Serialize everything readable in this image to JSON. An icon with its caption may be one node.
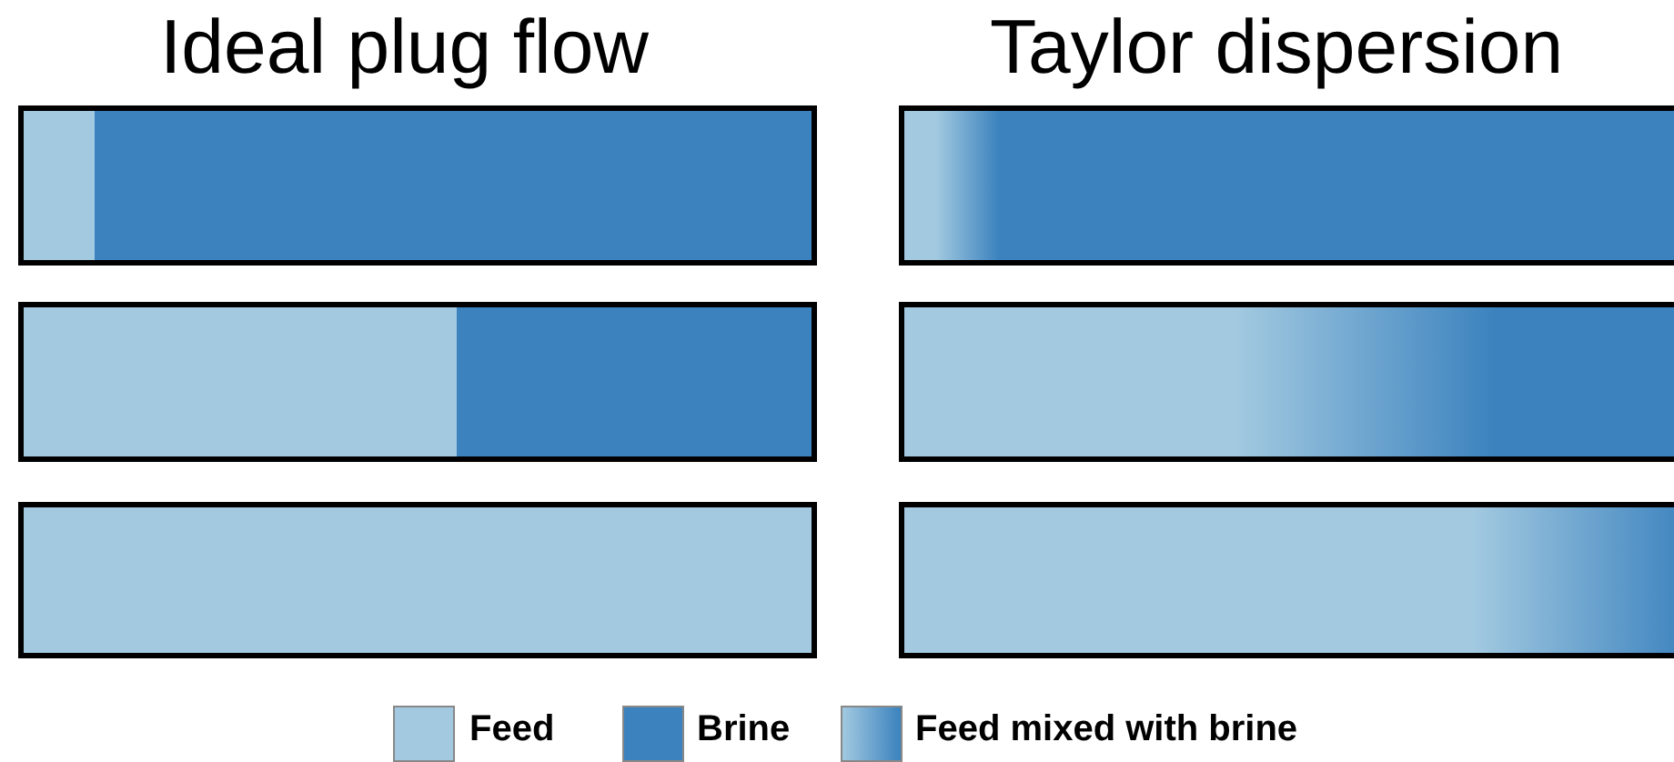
{
  "diagram": {
    "nodes": [
      {
        "text": [],
        "shape": "bar"
      },
      {
        "text": [],
        "shape": "bar"
      },
      {
        "text": [],
        "shape": "bar"
      },
      {
        "text": [],
        "shape": "bar"
      },
      {
        "text": [],
        "shape": "bar"
      },
      {
        "text": [],
        "shape": "bar"
      }
    ],
    "labels": [
      "Ideal plug flow",
      "Taylor dispersion"
    ],
    "legend": [
      {
        "text": "Feed",
        "color": "#a2c9e0"
      },
      {
        "text": "Brine",
        "color": "#3b82be"
      },
      {
        "text": "Feed mixed with brine"
      }
    ]
  }
}
